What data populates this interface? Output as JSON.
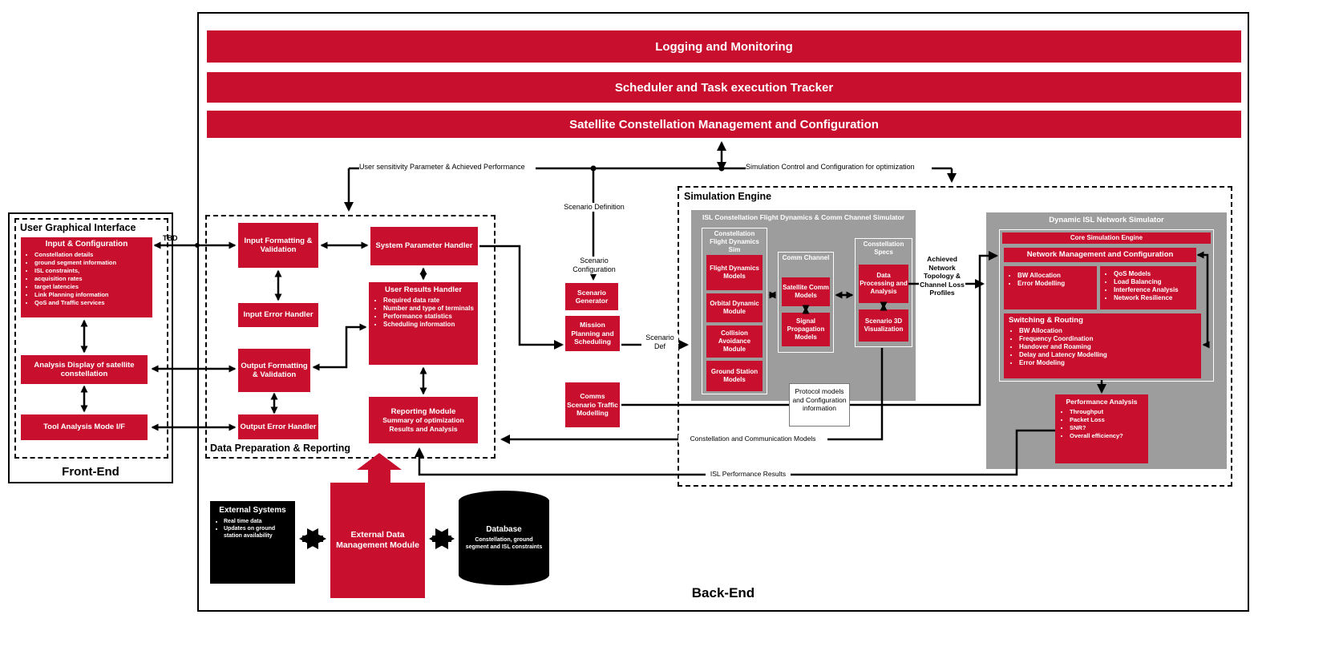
{
  "colors": {
    "red": "#C8102E",
    "gray": "#9D9D9D",
    "black": "#000000"
  },
  "top_bars": {
    "logging": "Logging and Monitoring",
    "scheduler": "Scheduler and Task execution Tracker",
    "constellation_mgmt": "Satellite Constellation Management and Configuration"
  },
  "front_end": {
    "section_label": "Front-End",
    "gui_title": "User Graphical Interface",
    "input_config": {
      "title": "Input & Configuration",
      "items": [
        "Constellation details",
        "ground segment information",
        "ISL constraints,",
        "acquisition rates",
        "target latencies",
        "Link Planning information",
        "QoS and Traffic services"
      ]
    },
    "analysis_display": "Analysis Display of satellite constellation",
    "tool_analysis": "Tool Analysis Mode I/F",
    "tbd_label": "TBD"
  },
  "data_prep": {
    "section_label": "Data Preparation & Reporting",
    "input_formatting": "Input Formatting & Validation",
    "input_error": "Input Error Handler",
    "output_formatting": "Output Formatting & Validation",
    "output_error": "Output Error Handler",
    "system_param": "System Parameter Handler",
    "user_results": {
      "title": "User Results Handler",
      "items": [
        "Required data rate",
        "Number and type of terminals",
        "Performance statistics",
        "Scheduling information"
      ]
    },
    "reporting": {
      "title": "Reporting Module",
      "subtitle": "Summary of optimization Results and Analysis"
    }
  },
  "flow_labels": {
    "user_sensitivity": "User sensitivity Parameter & Achieved Performance",
    "sim_control": "Simulation Control and Configuration for optimization",
    "scenario_definition": "Scenario Definition",
    "scenario_configuration": "Scenario Configuration",
    "scenario_def": "Scenario Def",
    "achieved_network": "Achieved Network Topology & Channel Loss Profiles",
    "protocol_models": "Protocol models and Configuration information",
    "constellation_comm_models": "Constellation and Communication Models",
    "isl_performance": "ISL Performance Results"
  },
  "scenario": {
    "generator": "Scenario Generator",
    "mission_planning": "Mission Planning and Scheduling",
    "comms_traffic": "Comms Scenario Traffic Modelling"
  },
  "simulation_engine": {
    "section_label": "Simulation Engine",
    "isl_sim": {
      "title": "ISL Constellation Flight Dynamics & Comm Channel Simulator",
      "flight_dynamics": {
        "title": "Constellation Flight Dynamics Sim",
        "boxes": [
          "Flight Dynamics Models",
          "Orbital Dynamic Module",
          "Collision Avoidance Module",
          "Ground Station Models"
        ]
      },
      "comm_channel": {
        "title": "Comm Channel",
        "boxes": [
          "Satellite Comm Models",
          "Signal Propagation Models"
        ]
      },
      "constellation_specs": {
        "title": "Constellation Specs",
        "boxes": [
          "Data Processing and Analysis",
          "Scenario 3D Visualization"
        ]
      }
    },
    "dynamic_isl": {
      "title": "Dynamic ISL Network Simulator",
      "core_engine": "Core Simulation Engine",
      "network_mgmt": "Network Management and Configuration",
      "net_box1": {
        "items": [
          "BW Allocation",
          "Error Modelling"
        ]
      },
      "net_box2": {
        "items": [
          "QoS Models",
          "Load Balancing",
          "Interference Analysis",
          "Network Resilience"
        ]
      },
      "switching": {
        "title": "Switching & Routing",
        "items": [
          "BW Allocation",
          "Frequency Coordination",
          "Handover and Roaming",
          "Delay and Latency Modelling",
          "Error Modeling"
        ]
      },
      "performance": {
        "title": "Performance Analysis",
        "items": [
          "Throughput",
          "Packet Loss",
          "SNR?",
          "Overall efficiency?"
        ]
      }
    }
  },
  "external": {
    "back_end_label": "Back-End",
    "external_systems": {
      "title": "External Systems",
      "items": [
        "Real time data",
        "Updates on ground station availability"
      ]
    },
    "edm_module": "External Data Management Module",
    "database": {
      "title": "Database",
      "subtitle": "Constellation, ground segment and ISL constraints"
    }
  }
}
